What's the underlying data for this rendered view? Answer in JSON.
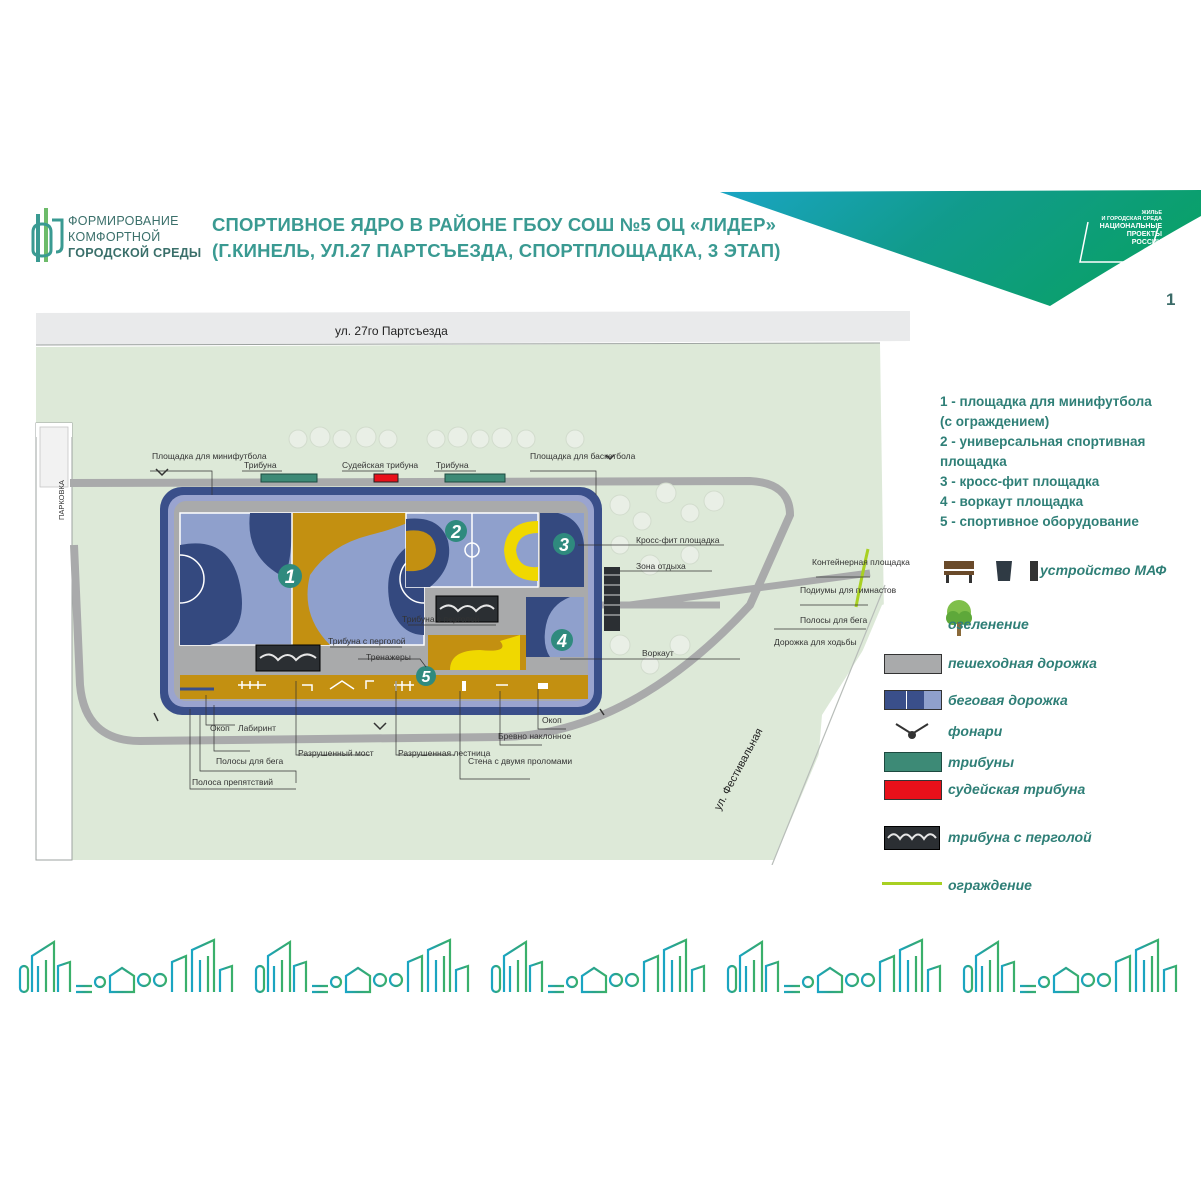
{
  "logo": {
    "line1": "ФОРМИРОВАНИЕ",
    "line2": "КОМФОРТНОЙ",
    "line3": "ГОРОДСКОЙ СРЕДЫ"
  },
  "title": {
    "line1": "СПОРТИВНОЕ ЯДРО В РАЙОНЕ ГБОУ СОШ №5 ОЦ «ЛИДЕР»",
    "line2": "(Г.КИНЕЛЬ, УЛ.27 ПАРТСЪЕЗДА, СПОРТПЛОЩАДКА, 3 ЭТАП)"
  },
  "badge": {
    "line1": "ЖИЛЬЕ",
    "line2": "И ГОРОДСКАЯ СРЕДА",
    "line3": "НАЦИОНАЛЬНЫЕ",
    "line4": "ПРОЕКТЫ",
    "line5": "РОССИИ"
  },
  "page_number": "1",
  "map": {
    "streets": {
      "north": "ул. 27го Партсъезда",
      "east": "ул. Фестивальная",
      "parking": "ПАРКОВКА"
    },
    "zone_numbers": [
      "1",
      "2",
      "3",
      "4",
      "5"
    ],
    "labels": {
      "minifootball": "Площадка для минифутбола",
      "tribune_left": "Трибуна",
      "judge_tribune": "Судейская трибуна",
      "tribune_right": "Трибуна",
      "basketball": "Площадка для баскетбола",
      "crossfit": "Кросс-фит площадка",
      "rest_zone": "Зона отдыха",
      "container_area": "Контейнерная площадка",
      "gymnast_podiums": "Подиумы для гимнастов",
      "running_lanes_right": "Полосы для бега",
      "walking_path": "Дорожка для ходьбы",
      "workout": "Воркаут",
      "pergola_tribune_1": "Трибуна с перголой",
      "pergola_tribune_2": "Трибуна с перголой",
      "trainers": "Тренажеры",
      "trench": "Окоп",
      "labyrinth": "Лабиринт",
      "running_lanes": "Полосы для бега",
      "obstacle_lanes": "Полоса препятствий",
      "ruined_bridge": "Разрушенный мост",
      "ruined_stairs": "Разрушенная лестница",
      "wall_two_breaches": "Стена с двумя проломами",
      "tilted_log": "Бревно наклонное",
      "trench_right": "Окоп"
    }
  },
  "legend": {
    "numbered": [
      "1 - площадка для минифутбола",
      "(с ограждением)",
      "2 - универсальная спортивная",
      "площадка",
      "3 - кросс-фит площадка",
      "4 - воркаут площадка",
      "5 - спортивное оборудование"
    ],
    "items": [
      {
        "label": "устройство МАФ",
        "icon": "bench-icon"
      },
      {
        "label": "озеленение",
        "icon": "tree-icon"
      },
      {
        "label": "пешеходная дорожка",
        "color": "#a9aaab"
      },
      {
        "label": "беговая дорожка",
        "color": "#3a4f8a"
      },
      {
        "label": "фонари",
        "icon": "lamp-icon"
      },
      {
        "label": "трибуны",
        "color": "#3d8a76"
      },
      {
        "label": "судейская трибуна",
        "color": "#e8101a"
      },
      {
        "label": "трибуна с перголой",
        "icon": "pergola-icon"
      },
      {
        "label": "ограждение",
        "color": "#a8d022"
      }
    ]
  },
  "colors": {
    "brand": "#3a9a92",
    "grass": "#dde9d8",
    "path": "#a9aaab",
    "track": "#3a4f8a",
    "sand": "#c39011",
    "court": "#8fa0cc",
    "court_dark": "#34497f"
  }
}
